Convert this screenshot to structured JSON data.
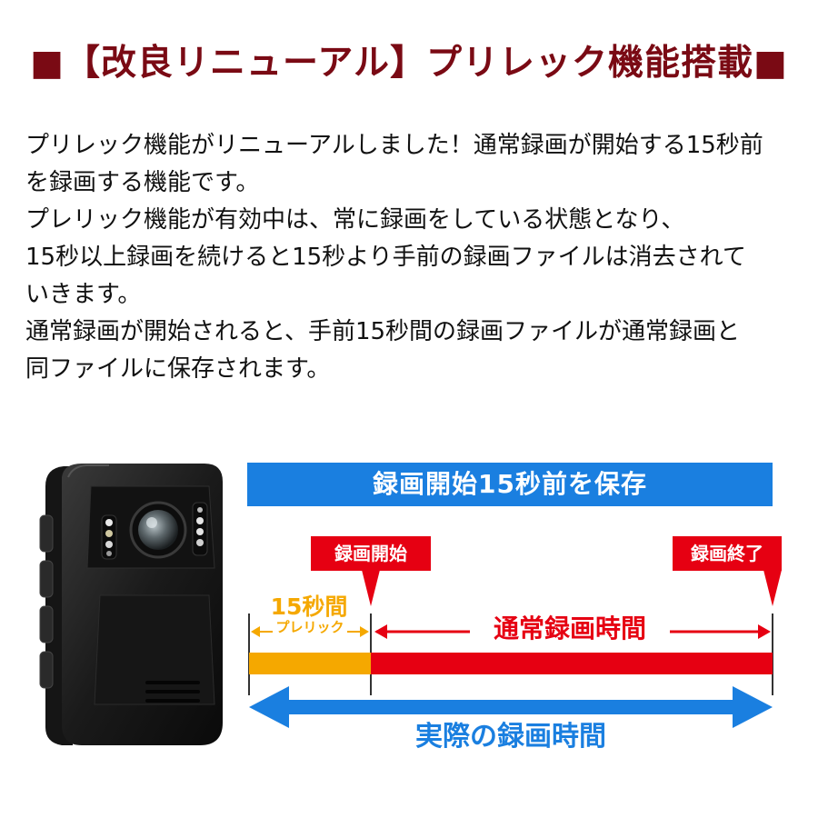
{
  "title": "■【改良リニューアル】プリレック機能搭載■",
  "description": [
    "プリレック機能がリニューアルしました！通常録画が開始する15秒前",
    "を録画する機能です。",
    "プレリック機能が有効中は、常に録画をしている状態となり、",
    "15秒以上録画を続けると15秒より手前の録画ファイルは消去されて",
    "いきます。",
    "通常録画が開始されると、手前15秒間の録画ファイルが通常録画と",
    "同ファイルに保存されます。"
  ],
  "diagram": {
    "banner": "録画開始15秒前を保存",
    "start_badge": "録画開始",
    "end_badge": "録画終了",
    "pre_duration": "15秒間",
    "pre_label": "プレリック",
    "normal_label": "通常録画時間",
    "actual_label": "実際の録画時間"
  },
  "colors": {
    "title": "#7a0a14",
    "blue": "#1a7fe0",
    "red": "#e60012",
    "orange": "#f5a800"
  },
  "image": {
    "subject": "body-camera-photo"
  }
}
